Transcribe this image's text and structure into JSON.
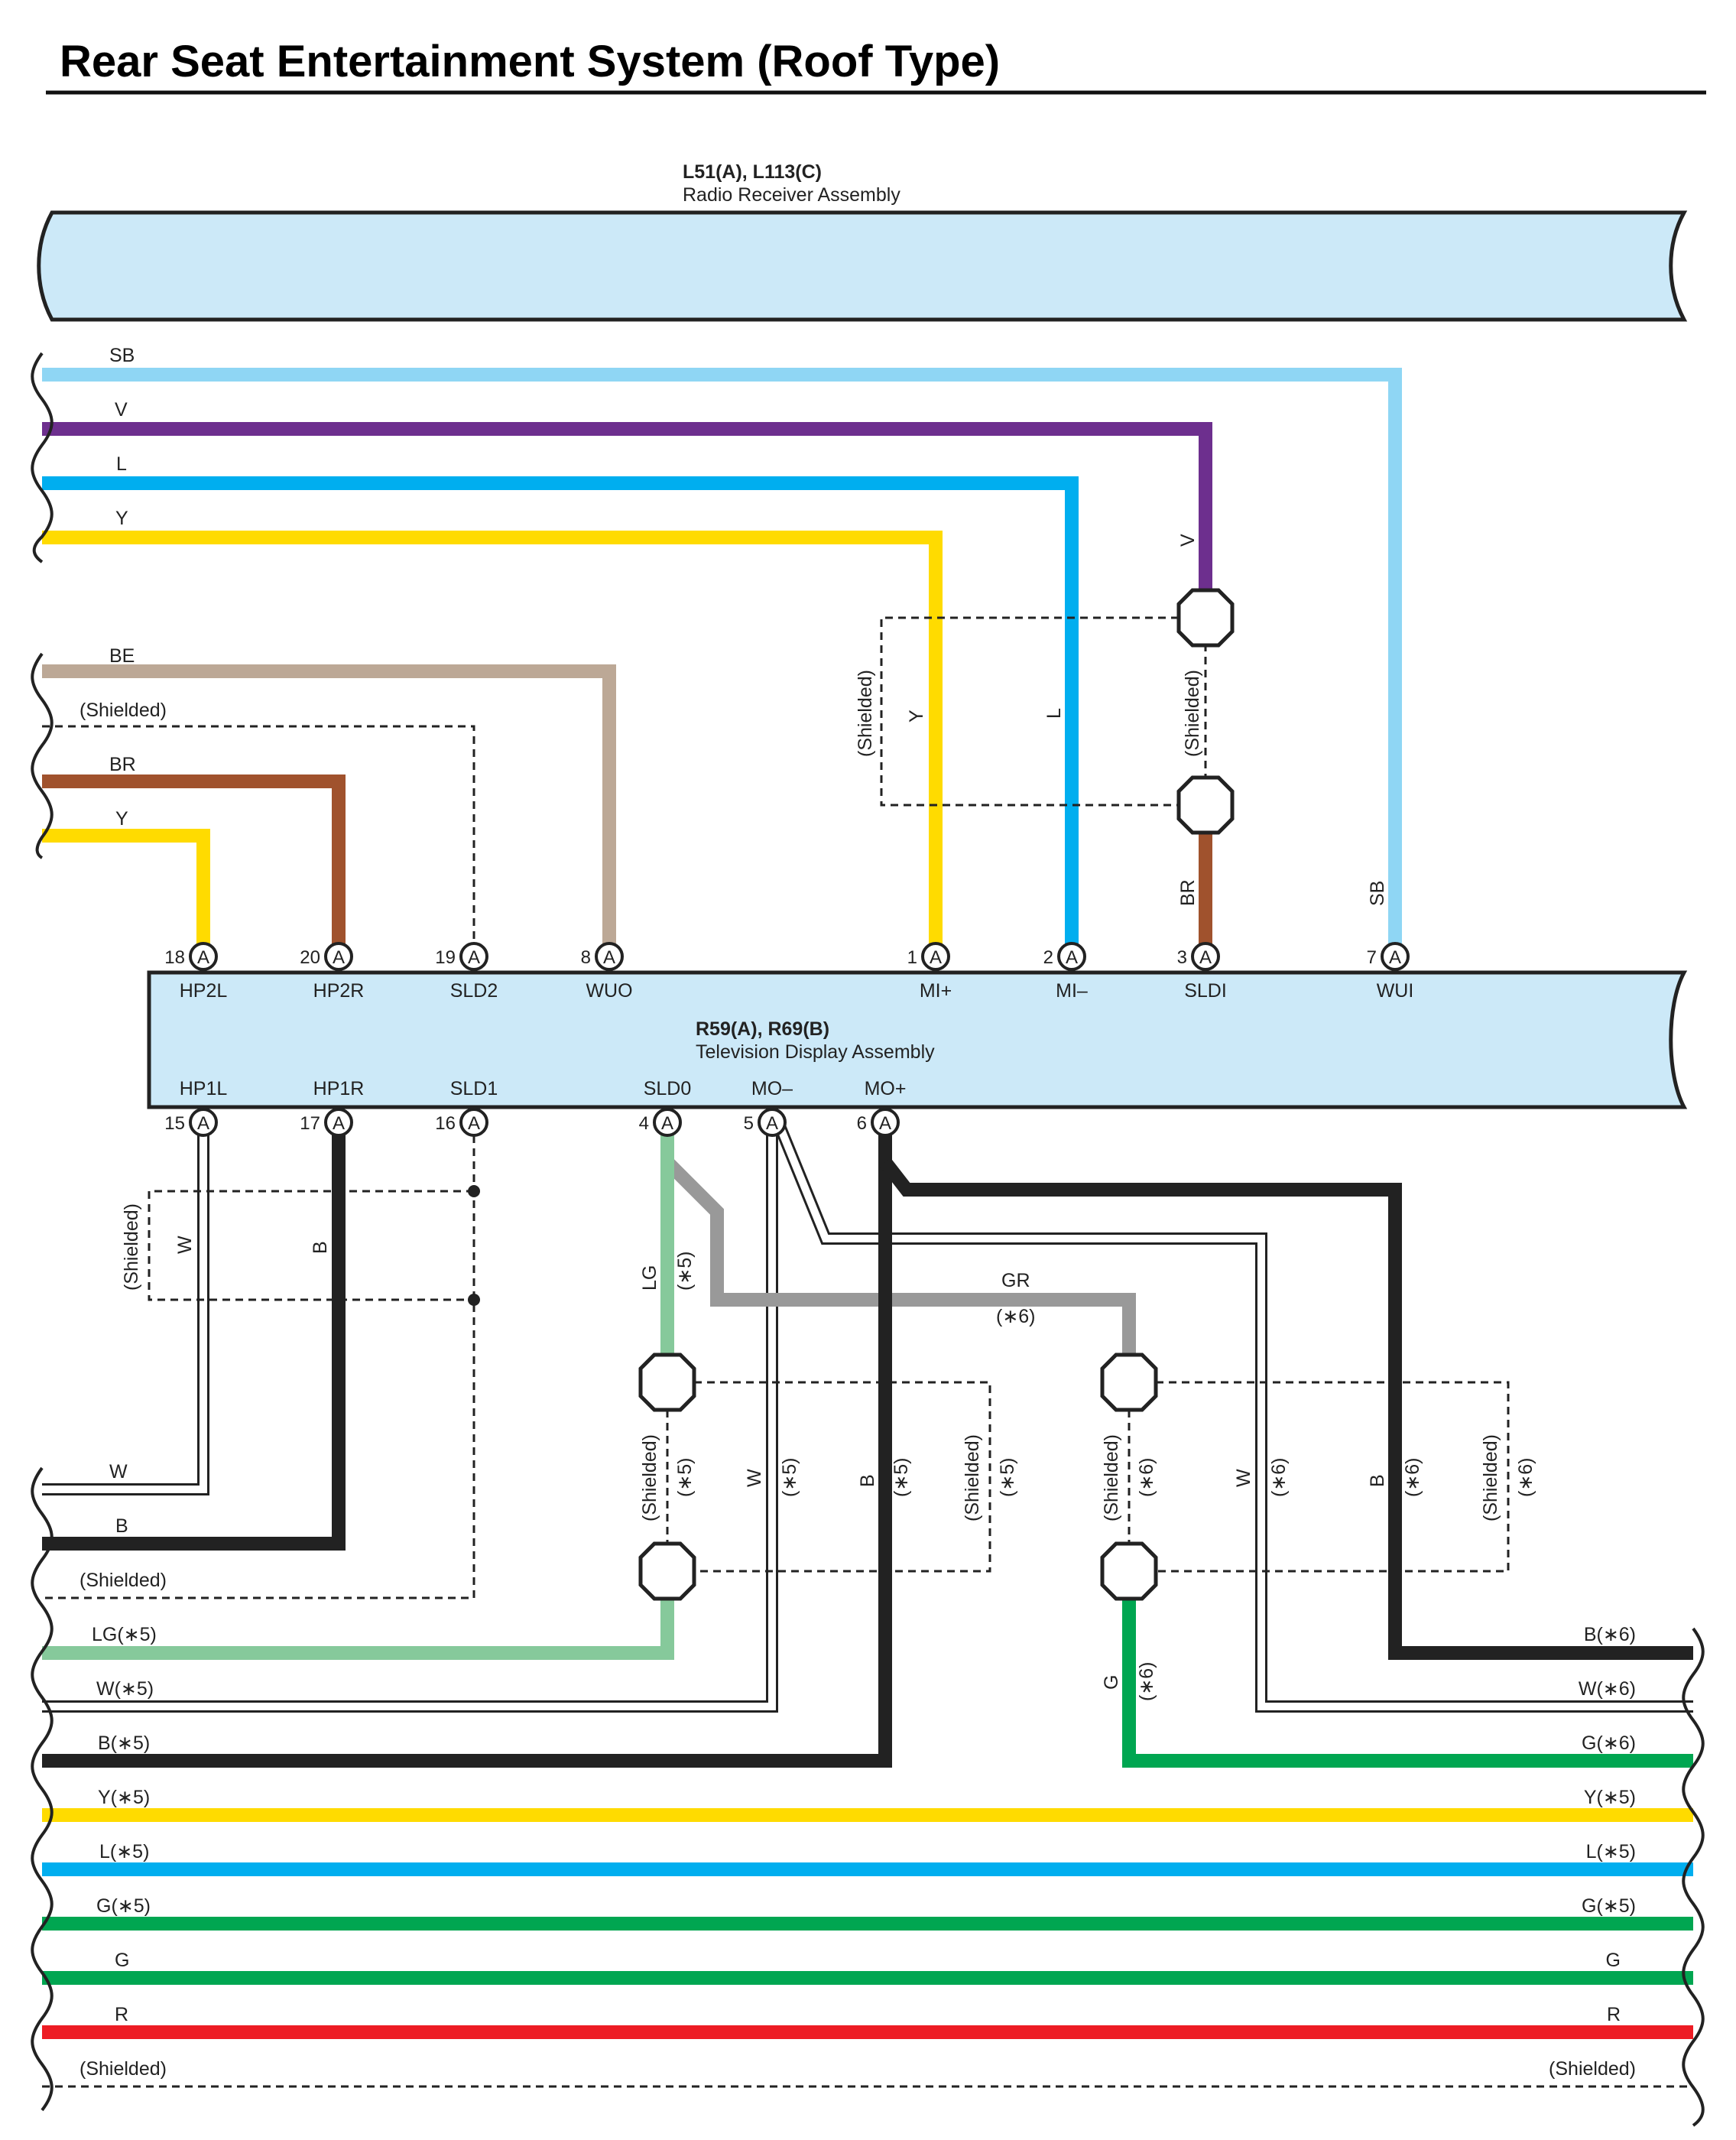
{
  "title": "Rear Seat Entertainment System (Roof Type)",
  "components": {
    "radio": {
      "code": "L51(A), L113(C)",
      "name": "Radio Receiver Assembly"
    },
    "tv": {
      "code": "R59(A), R69(B)",
      "name": "Television Display Assembly"
    }
  },
  "connector_letter": "A",
  "pins_top": [
    {
      "num": "18",
      "name": "HP2L"
    },
    {
      "num": "20",
      "name": "HP2R"
    },
    {
      "num": "19",
      "name": "SLD2"
    },
    {
      "num": "8",
      "name": "WUO"
    },
    {
      "num": "1",
      "name": "MI+"
    },
    {
      "num": "2",
      "name": "MI–"
    },
    {
      "num": "3",
      "name": "SLDI"
    },
    {
      "num": "7",
      "name": "WUI"
    }
  ],
  "pins_bottom": [
    {
      "num": "15",
      "name": "HP1L"
    },
    {
      "num": "17",
      "name": "HP1R"
    },
    {
      "num": "16",
      "name": "SLD1"
    },
    {
      "num": "4",
      "name": "SLD0"
    },
    {
      "num": "5",
      "name": "MO–"
    },
    {
      "num": "6",
      "name": "MO+"
    }
  ],
  "wire_colors": {
    "SB": "#8fd6f4",
    "V": "#6d2f8e",
    "L": "#00aeef",
    "Y": "#ffdb00",
    "BE": "#bca896",
    "BR": "#a0522d",
    "B": "#222222",
    "W": "#ffffff",
    "LG": "#86c99b",
    "GR": "#999999",
    "G": "#00a651",
    "R": "#ed1c24"
  },
  "labels": {
    "sb": "SB",
    "v": "V",
    "l": "L",
    "y": "Y",
    "be": "BE",
    "shielded": "(Shielded)",
    "br": "BR",
    "w": "W",
    "b": "B",
    "lg": "LG",
    "gr": "GR",
    "g": "G",
    "r": "R",
    "n5": "(∗5)",
    "n6": "(∗6)",
    "lg5": "LG(∗5)",
    "w5": "W(∗5)",
    "b5": "B(∗5)",
    "y5": "Y(∗5)",
    "l5": "L(∗5)",
    "g5": "G(∗5)",
    "b6": "B(∗6)",
    "w6": "W(∗6)",
    "g6": "G(∗6)"
  }
}
